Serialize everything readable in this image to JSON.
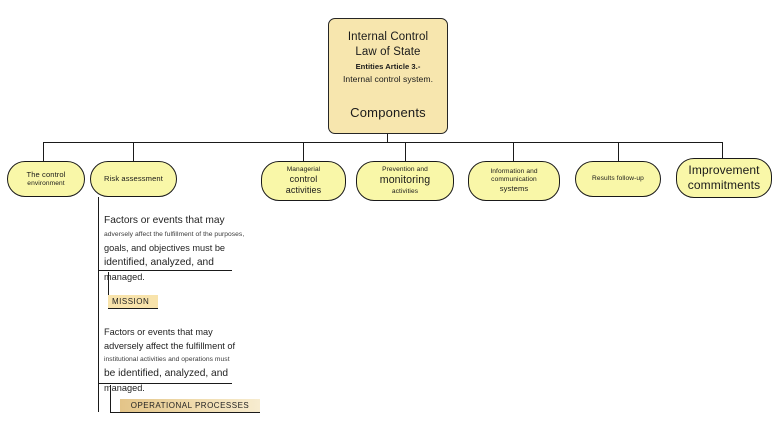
{
  "diagram": {
    "root": {
      "line1": "Internal Control",
      "line2": "Law of State",
      "line3": "Entities Article 3.-",
      "line4": "Internal control system.",
      "components_label": "Components"
    },
    "components": [
      {
        "id": "control-environment",
        "line1": "The control",
        "line2": "environment",
        "line3": ""
      },
      {
        "id": "risk-assessment",
        "line1": "Risk assessment",
        "line2": "",
        "line3": ""
      },
      {
        "id": "managerial-control",
        "line1": "Managerial",
        "line2": "control",
        "line3": "activities"
      },
      {
        "id": "prevention-monitoring",
        "line1": "Prevention and",
        "line2": "monitoring",
        "line3": "activities"
      },
      {
        "id": "information-communication",
        "line1": "Information and",
        "line2": "communication",
        "line3": "systems"
      },
      {
        "id": "results-follow-up",
        "line1": "Results follow-up",
        "line2": "",
        "line3": ""
      },
      {
        "id": "improvement-commitments",
        "line1": "Improvement",
        "line2": "commitments",
        "line3": ""
      }
    ],
    "risk_detail": {
      "mission_block": {
        "l1": "Factors or events that may",
        "l2": "adversely affect the fulfillment of the purposes,",
        "l3": "goals, and objectives must be",
        "l4": "identified, analyzed, and",
        "l5": "managed."
      },
      "mission_tag": "MISSION",
      "process_block": {
        "l1": "Factors or events that may",
        "l2": "adversely affect the fulfillment of",
        "l3": "institutional activities and operations must",
        "l4": "be identified, analyzed, and",
        "l5": "managed."
      },
      "process_tag": "OPERATIONAL PROCESSES"
    },
    "colors": {
      "root_fill": "#f7e6ae",
      "pill_fill": "#f9f7a8",
      "stroke": "#1a1a1a",
      "mission_tag_fill": "#f8e3ab",
      "process_tag_fill": "#e3c488",
      "background": "#ffffff"
    }
  }
}
